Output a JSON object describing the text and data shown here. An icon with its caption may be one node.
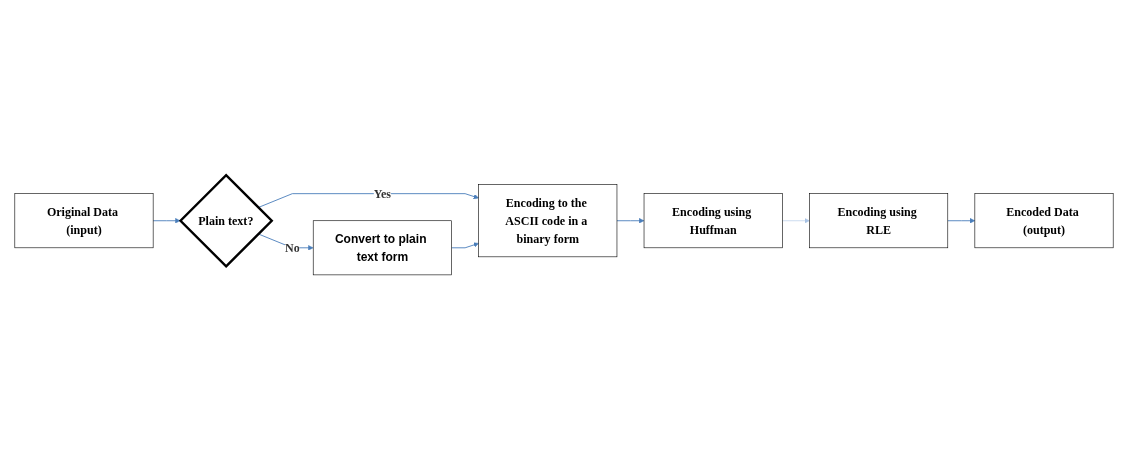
{
  "diagram": {
    "nodes": [
      {
        "text": [
          "Original Data (input)"
        ]
      },
      {
        "text": [
          "Plain text?"
        ]
      },
      {
        "text": [
          "Encoding to the ASCII code in a binary form"
        ]
      },
      {
        "text": [
          "Convert to plain text form"
        ]
      },
      {
        "text": [
          "Encoding using Huffman"
        ]
      },
      {
        "text": [
          "Encoding using RLE"
        ]
      },
      {
        "text": [
          "Encoded Data (output)"
        ]
      }
    ],
    "edges": [
      {
        "from": 0,
        "to": 1,
        "arrow": "to"
      },
      {
        "from": 1,
        "to": 2,
        "label": "Yes",
        "arrow": "to"
      },
      {
        "from": 1,
        "to": 3,
        "label": "No",
        "arrow": "to"
      },
      {
        "from": 3,
        "to": 2,
        "arrow": "to"
      },
      {
        "from": 2,
        "to": 4,
        "arrow": "to"
      },
      {
        "from": 4,
        "to": 5,
        "arrow": "to",
        "color": "#a9c4e6"
      },
      {
        "from": 5,
        "to": 6,
        "arrow": "to"
      }
    ]
  }
}
